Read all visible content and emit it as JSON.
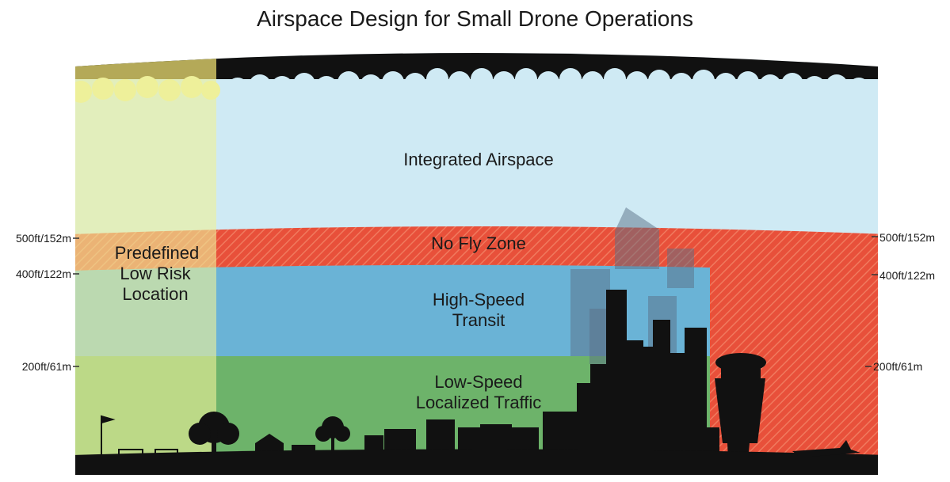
{
  "title": "Airspace Design for Small Drone Operations",
  "zones": {
    "integrated": "Integrated Airspace",
    "no_fly": "No Fly Zone",
    "predefined": [
      "Predefined",
      "Low Risk",
      "Location"
    ],
    "high_speed": [
      "High-Speed",
      "Transit"
    ],
    "low_speed": [
      "Low-Speed",
      "Localized Traffic"
    ]
  },
  "altitudes": {
    "left": [
      "500ft/152m",
      "400ft/122m",
      "200ft/61m"
    ],
    "right": [
      "500ft/152m",
      "400ft/122m",
      "200ft/61m"
    ]
  },
  "colors": {
    "integrated": "#cfeaf4",
    "no_fly": "#e8503a",
    "high_speed": "#6ab3d6",
    "low_speed": "#6db36a",
    "predefined": "#eef09a",
    "silhouette": "#111111"
  }
}
